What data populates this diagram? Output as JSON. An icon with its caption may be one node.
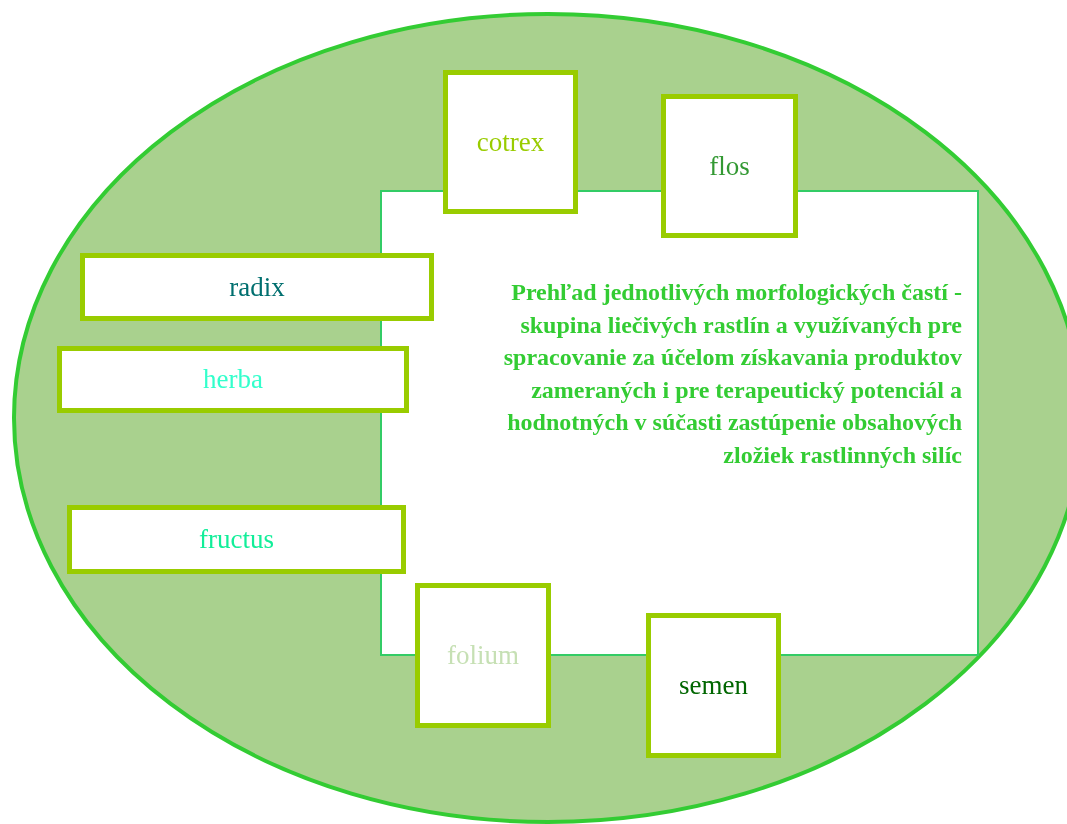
{
  "diagram": {
    "nodes": [
      {
        "text": [],
        "shape": "ellipse"
      },
      {
        "text": [
          "Prehľad jednotlivých morfologických častí - skupina liečivých rastlín a využívaných pre spracovanie za účelom získavania produktov zameraných i pre terapeutický potenciál a hodnotných v súčasti zastúpenie obsahových zložiek rastlinných silíc"
        ],
        "in": 0
      },
      {
        "text": [
          "cotrex"
        ],
        "in": 0
      },
      {
        "text": [
          "flos"
        ],
        "in": 0
      },
      {
        "text": [
          "radix"
        ],
        "in": 0
      },
      {
        "text": [
          "herba"
        ],
        "in": 0
      },
      {
        "text": [
          "fructus"
        ],
        "in": 0
      },
      {
        "text": [
          "folium"
        ],
        "in": 0
      },
      {
        "text": [
          "semen"
        ],
        "in": 0
      }
    ]
  }
}
